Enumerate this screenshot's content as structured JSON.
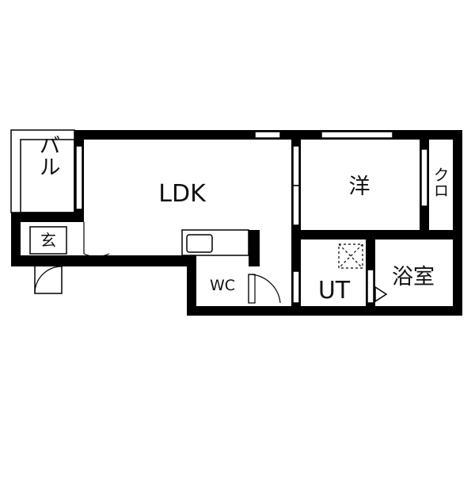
{
  "rooms": {
    "ldk": "LDK",
    "western": "洋",
    "closet": "クロ",
    "balcony": "バル",
    "entrance": "玄",
    "wc": "WC",
    "utility": "UT",
    "bathroom": "浴室"
  },
  "colors": {
    "wall": "#000000",
    "line": "#222222",
    "background": "#ffffff"
  }
}
